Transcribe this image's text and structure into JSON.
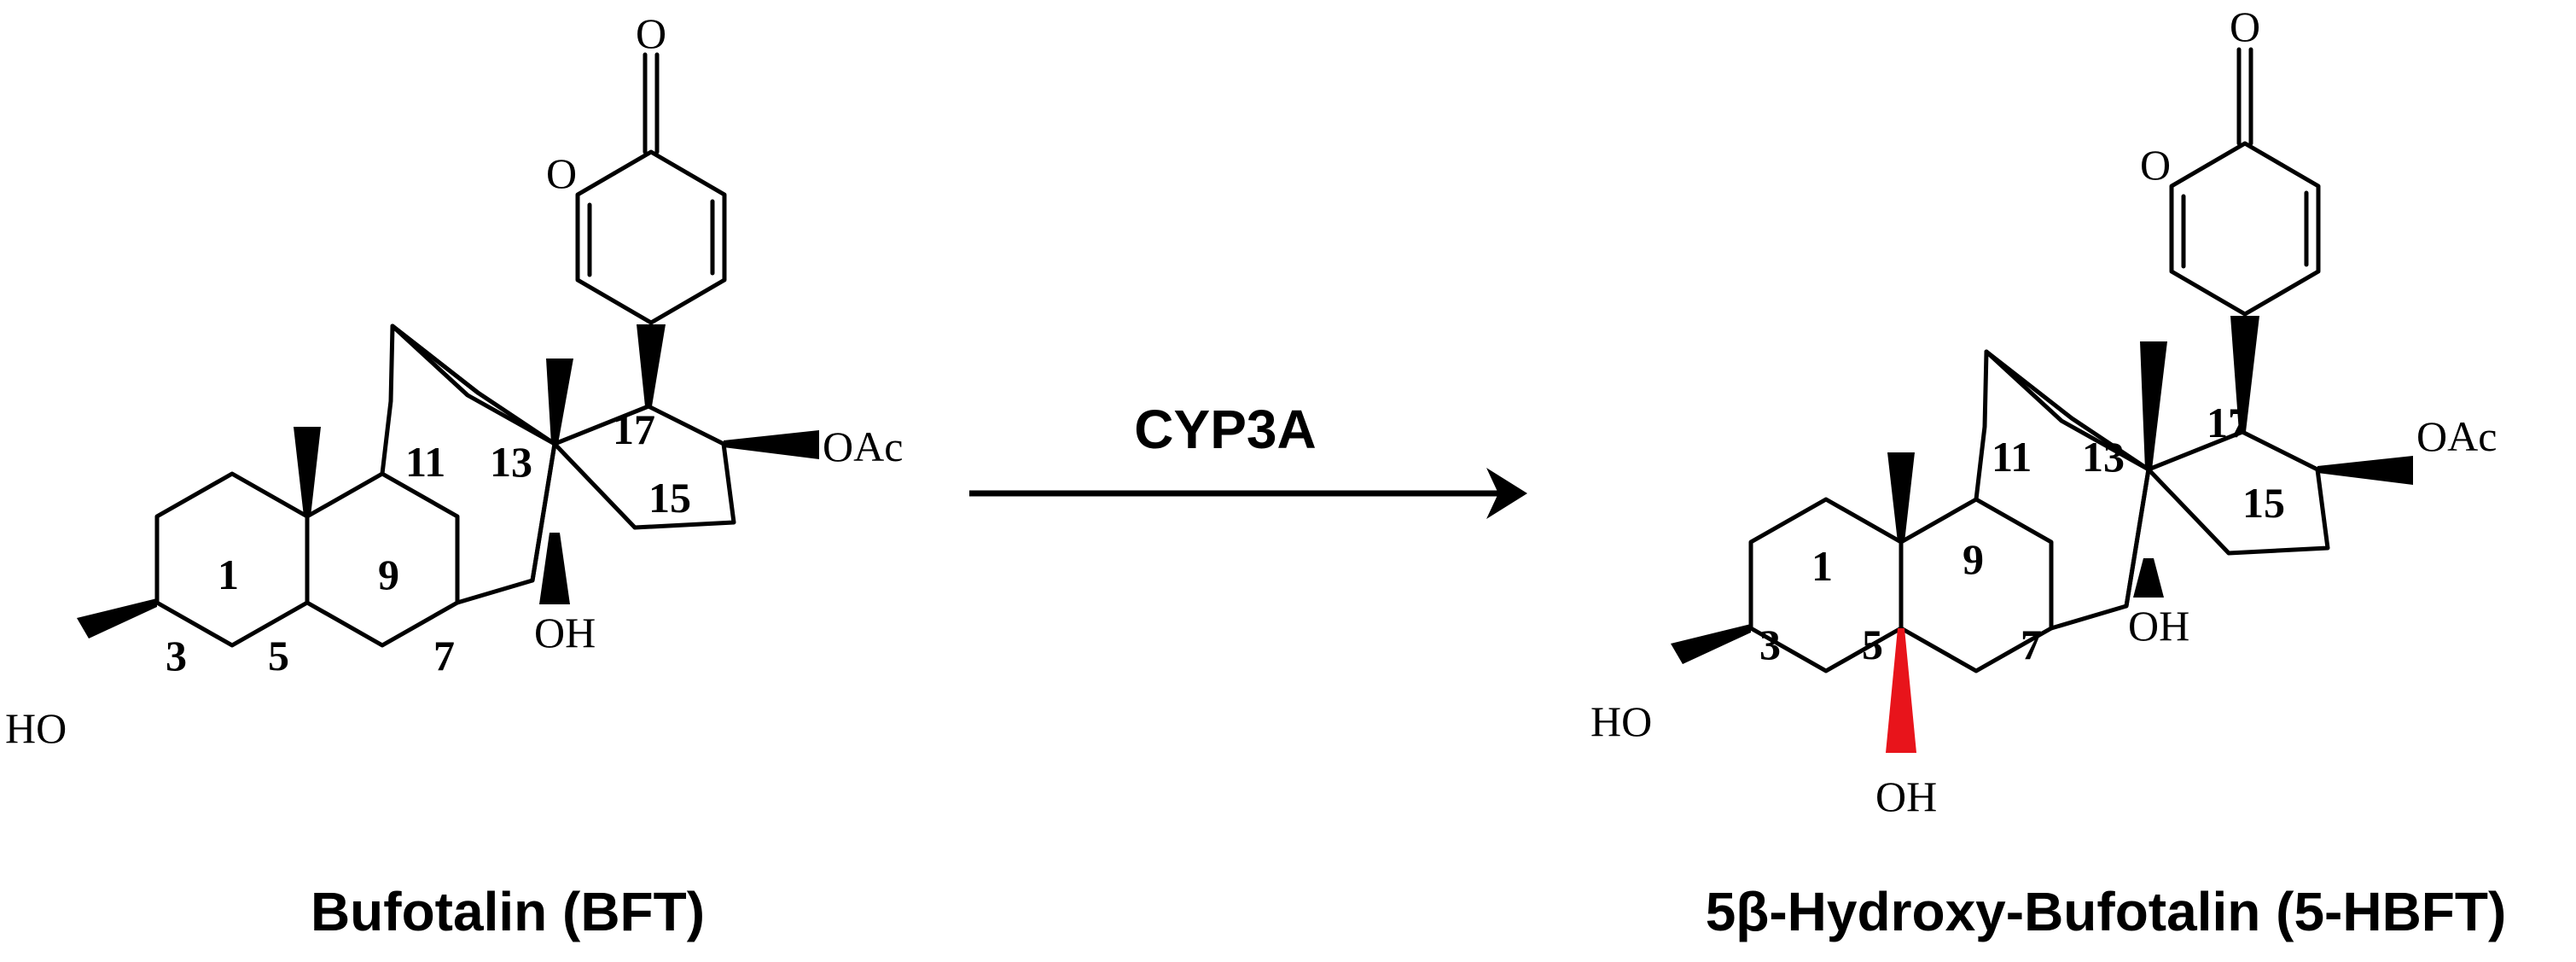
{
  "reaction": {
    "enzyme_label": "CYP3A",
    "highlight_color": "#e8141b",
    "arrow_color": "#000000"
  },
  "substrate": {
    "name": "Bufotalin (BFT)",
    "atoms": {
      "carbonyl_o": "O",
      "ring_o": "O",
      "oac": "OAc",
      "oh14": "OH",
      "ho3": "HO"
    },
    "positions": {
      "p1": "1",
      "p3": "3",
      "p5": "5",
      "p7": "7",
      "p9": "9",
      "p11": "11",
      "p13": "13",
      "p15": "15",
      "p17": "17"
    }
  },
  "product": {
    "name": "5β-Hydroxy-Bufotalin (5-HBFT)",
    "atoms": {
      "carbonyl_o": "O",
      "ring_o": "O",
      "oac": "OAc",
      "oh14": "OH",
      "ho3": "HO",
      "oh5": "OH"
    },
    "positions": {
      "p1": "1",
      "p3": "3",
      "p5": "5",
      "p7": "7",
      "p9": "9",
      "p11": "11",
      "p13": "13",
      "p15": "15",
      "p17": "17"
    }
  }
}
